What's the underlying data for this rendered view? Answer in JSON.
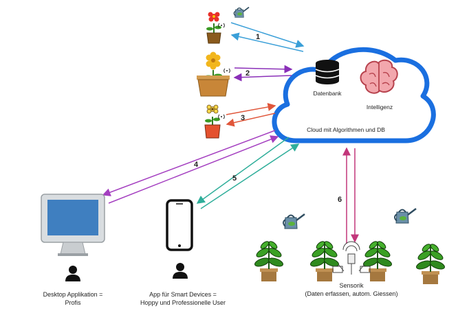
{
  "cloud": {
    "db_label": "Datenbank",
    "brain_label": "Intelligenz",
    "caption": "Cloud mit Algorithmen und DB"
  },
  "arrows": {
    "a1": "1",
    "a2": "2",
    "a3": "3",
    "a4": "4",
    "a5": "5",
    "a6": "6"
  },
  "desktop": {
    "line1": "Desktop Applikation =",
    "line2": "Profis"
  },
  "mobile": {
    "line1": "App für Smart Devices =",
    "line2": "Hoppy und Professionelle User"
  },
  "sensor": {
    "line1": "Sensorik",
    "line2": "(Daten erfassen, autom. Giessen)"
  },
  "colors": {
    "cloud": "#1a6fe0",
    "arrow1": "#3a9fd8",
    "arrow2": "#8a2fb8",
    "arrow3": "#e0563a",
    "arrow4": "#a43fc0",
    "arrow5": "#2fae9a",
    "arrow6": "#c2367a"
  },
  "icons": [
    "database-icon",
    "brain-icon",
    "flower-pot-icon",
    "watering-can-icon",
    "monitor-icon",
    "smartphone-icon",
    "user-icon",
    "plant-icon",
    "sensor-icon"
  ]
}
